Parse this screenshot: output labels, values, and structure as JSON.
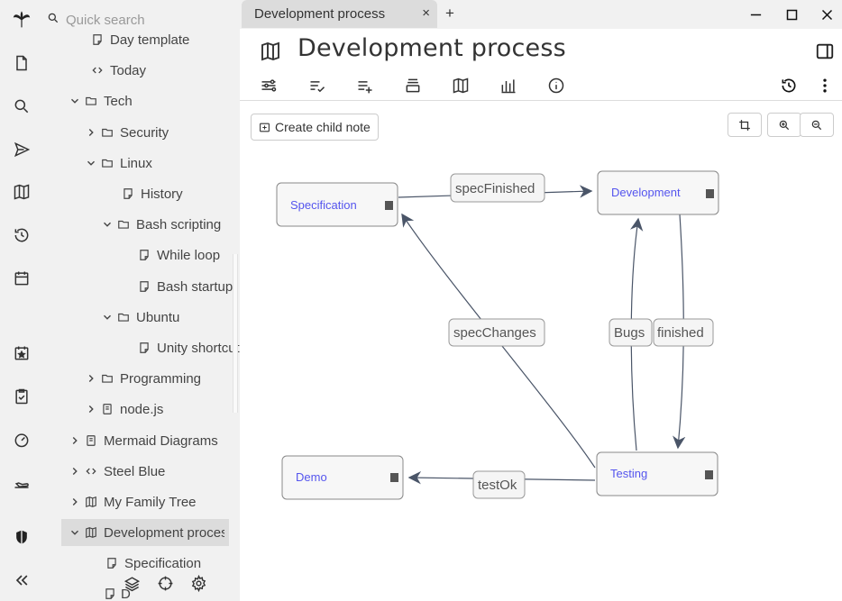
{
  "search": {
    "placeholder": "Quick search"
  },
  "tree": {
    "items": [
      {
        "label": "Day template",
        "icon": "note-icon"
      },
      {
        "label": "Today",
        "icon": "code-icon"
      },
      {
        "label": "Tech",
        "icon": "folder-icon"
      },
      {
        "label": "Security",
        "icon": "folder-icon"
      },
      {
        "label": "Linux",
        "icon": "folder-icon"
      },
      {
        "label": "History",
        "icon": "note-icon"
      },
      {
        "label": "Bash scripting",
        "icon": "folder-icon"
      },
      {
        "label": "While loop",
        "icon": "note-icon"
      },
      {
        "label": "Bash startup",
        "icon": "note-icon"
      },
      {
        "label": "Ubuntu",
        "icon": "folder-icon"
      },
      {
        "label": "Unity shortcuts",
        "icon": "note-icon"
      },
      {
        "label": "Programming",
        "icon": "folder-icon"
      },
      {
        "label": "node.js",
        "icon": "book-icon"
      },
      {
        "label": "Mermaid Diagrams",
        "icon": "book-icon"
      },
      {
        "label": "Steel Blue",
        "icon": "code-icon"
      },
      {
        "label": "My Family Tree",
        "icon": "map-icon"
      },
      {
        "label": "Development process",
        "icon": "map-icon"
      },
      {
        "label": "Specification",
        "icon": "note-icon"
      },
      {
        "label": "Development",
        "icon": "note-icon"
      }
    ]
  },
  "tab": {
    "title": "Development process",
    "close": "×",
    "new": "+"
  },
  "note": {
    "title": "Development process"
  },
  "toolbar": {
    "create_child": "Create child note"
  },
  "diagram": {
    "nodes": {
      "specification": "Specification",
      "development": "Development",
      "demo": "Demo",
      "testing": "Testing"
    },
    "edges": {
      "spec_finished": "specFinished",
      "spec_changes": "specChanges",
      "bugs": "Bugs",
      "finished": "finished",
      "test_ok": "testOk"
    }
  },
  "colors": {
    "sidebar_bg": "#f1f1f1",
    "active_bg": "#dcdcdc",
    "node_text": "#5555ee",
    "edge": "#4a5568"
  }
}
